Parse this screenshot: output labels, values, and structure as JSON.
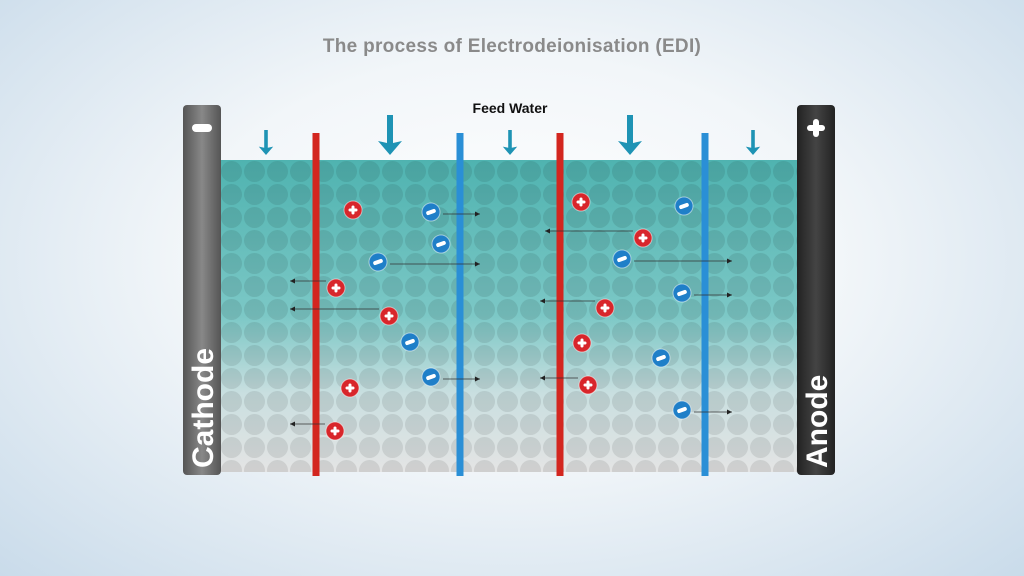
{
  "title": "The process of Electrodeionisation (EDI)",
  "feed_label": "Feed Water",
  "cathode": {
    "label": "Cathode",
    "sign": "−"
  },
  "anode": {
    "label": "Anode",
    "sign": "+"
  },
  "colors": {
    "cation": "#d8262b",
    "anion": "#1f7fc8",
    "cation_membrane": "#d3261f",
    "anion_membrane": "#2a8fd6",
    "water": "#4fb3b0",
    "arrow": "#1e93b4"
  },
  "ions": [
    {
      "type": "cation",
      "migrates": false
    },
    {
      "type": "cation",
      "migrates": true
    },
    {
      "type": "cation",
      "migrates": true
    },
    {
      "type": "cation",
      "migrates": false
    },
    {
      "type": "cation",
      "migrates": true
    },
    {
      "type": "cation",
      "migrates": false
    },
    {
      "type": "cation",
      "migrates": true
    },
    {
      "type": "cation",
      "migrates": true
    },
    {
      "type": "cation",
      "migrates": false
    },
    {
      "type": "cation",
      "migrates": true
    },
    {
      "type": "anion",
      "migrates": true
    },
    {
      "type": "anion",
      "migrates": false
    },
    {
      "type": "anion",
      "migrates": true
    },
    {
      "type": "anion",
      "migrates": false
    },
    {
      "type": "anion",
      "migrates": true
    },
    {
      "type": "anion",
      "migrates": false
    },
    {
      "type": "anion",
      "migrates": true
    },
    {
      "type": "anion",
      "migrates": true
    },
    {
      "type": "anion",
      "migrates": false
    },
    {
      "type": "anion",
      "migrates": true
    }
  ]
}
